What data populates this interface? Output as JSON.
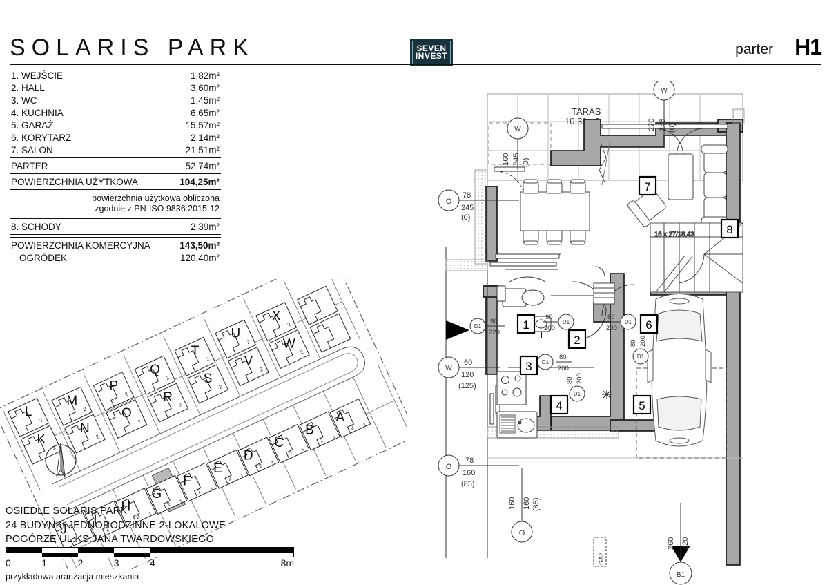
{
  "header": {
    "brand": "SOLARIS PARK",
    "logo_line1": "SEVEN",
    "logo_line2": "INVEST",
    "logo_bg": "#17323d",
    "floor_label": "parter",
    "unit_label": "H1"
  },
  "legend": {
    "rooms": [
      {
        "name": "1. WEJŚCIE",
        "area": "1,82m²"
      },
      {
        "name": "2. HALL",
        "area": "3,60m²"
      },
      {
        "name": "3. WC",
        "area": "1,45m²"
      },
      {
        "name": "4. KUCHNIA",
        "area": "6,65m²"
      },
      {
        "name": "5. GARAŻ",
        "area": "15,57m²"
      },
      {
        "name": "6. KORYTARZ",
        "area": "2,14m²"
      },
      {
        "name": "7. SALON",
        "area": "21,51m²"
      }
    ],
    "floor_total": {
      "name": "PARTER",
      "area": "52,74m²"
    },
    "usable_total": {
      "name": "POWIERZCHNIA UŻYTKOWA",
      "area": "104,25m²"
    },
    "note_line1": "powierzchnia użytkowa obliczona",
    "note_line2": "zgodnie z PN-ISO 9836:2015-12",
    "stairs": {
      "name": "8. SCHODY",
      "area": "2,39m²"
    },
    "commercial": {
      "name": "POWIERZCHNIA KOMERCYJNA",
      "area": "143,50m²"
    },
    "garden": {
      "name": "OGRÓDEK",
      "area": "120,40m²"
    }
  },
  "site": {
    "desc_line1": "OSIEDLE SOLARIS PARK",
    "desc_line2": "24 BUDYNKI JEDNORODZINNE 2-LOKALOWE",
    "desc_line3": "POGÓRZE UL.KS.JANA TWARDOWSKIEGO",
    "scale_ticks": [
      "0",
      "1",
      "2",
      "3",
      "4"
    ],
    "scale_end": "8m",
    "scale_note": "przykładowa aranżacja mieszkania",
    "compass": "north-arrow",
    "highlighted_unit": "H",
    "building_letters": [
      "L",
      "K",
      "J",
      "I",
      "H",
      "G",
      "F",
      "E",
      "D",
      "C",
      "B",
      "A",
      "M",
      "N",
      "O",
      "P",
      "Q",
      "R",
      "S",
      "T",
      "U",
      "V",
      "W",
      "X"
    ],
    "unit_sublabels": [
      "1",
      "2"
    ]
  },
  "floorplan": {
    "terrace": {
      "label": "TARAS",
      "area": "10,39m2"
    },
    "stairs_spec": "16 x 27/18,43",
    "gas_label": "GAZ",
    "room_badges": [
      "1",
      "2",
      "3",
      "4",
      "5",
      "6",
      "7",
      "8"
    ],
    "openings": [
      {
        "marker": "W",
        "id": "w-terrace-top",
        "dims": [
          "270",
          "245",
          "(0)"
        ],
        "orientation": "vertical"
      },
      {
        "marker": "W",
        "id": "w-terrace-left",
        "dims": [
          "160",
          "245",
          "(0)"
        ],
        "orientation": "vertical"
      },
      {
        "marker": "O",
        "id": "o-entrance-upper",
        "dims": [
          "78",
          "245",
          "(0)"
        ],
        "orientation": "horizontal"
      },
      {
        "marker": "W",
        "id": "w-kitchen-left",
        "dims": [
          "60",
          "120",
          "(125)"
        ],
        "orientation": "horizontal"
      },
      {
        "marker": "O",
        "id": "o-kitchen-lower",
        "dims": [
          "78",
          "160",
          "(85)"
        ],
        "orientation": "horizontal"
      },
      {
        "marker": "O",
        "id": "o-kitchen-bottom",
        "dims": [
          "160",
          "160",
          "(85)"
        ],
        "orientation": "vertical"
      },
      {
        "marker": "B1",
        "id": "b1-garage-door",
        "dims": [
          "260",
          "220"
        ],
        "orientation": "vertical"
      }
    ],
    "doors": [
      {
        "marker": "D1",
        "id": "d1-entrance",
        "dims": [
          "90",
          "220"
        ]
      },
      {
        "marker": "D1",
        "id": "d1-hall",
        "dims": [
          "90",
          "200"
        ]
      },
      {
        "marker": "D1",
        "id": "d1-wc",
        "dims": [
          "80",
          "200"
        ]
      },
      {
        "marker": "D1",
        "id": "d1-kitchen",
        "dims": [
          "80",
          "200"
        ]
      },
      {
        "marker": "D1",
        "id": "d1-corridor",
        "dims": [
          "80",
          "200"
        ]
      },
      {
        "marker": "D1",
        "id": "d1-garage",
        "dims": [
          "80",
          "200"
        ]
      }
    ],
    "colors": {
      "wall": "#a8a8a8",
      "line": "#1a1a1a",
      "furniture": "#5a5a5a"
    }
  }
}
